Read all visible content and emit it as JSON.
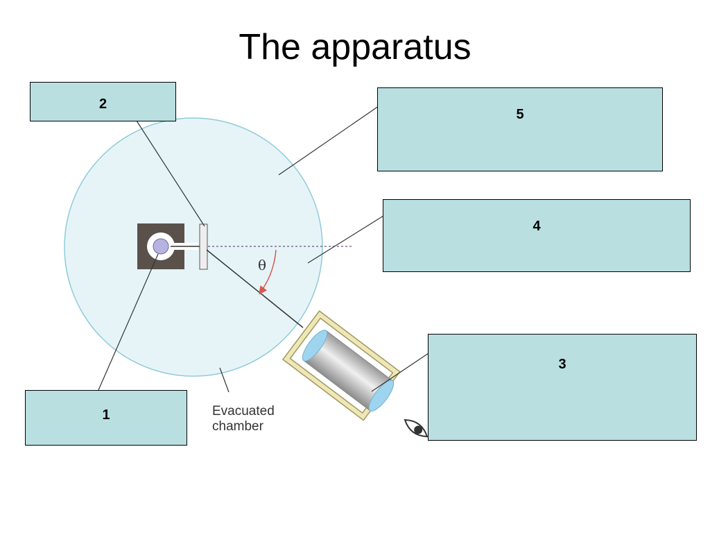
{
  "title": "The apparatus",
  "angle_symbol": "θ",
  "chamber_label": "Evacuated\nchamber",
  "boxes": {
    "box1": "1",
    "box2": "2",
    "box3": "3",
    "box4": "4",
    "box5": "5"
  },
  "colors": {
    "box_fill": "#b9dfe1",
    "chamber_fill": "#e6f4f8",
    "chamber_edge": "#8fcbd9",
    "source_block": "#5a514b",
    "detector_frame": "#efe7b6",
    "angle_arrow": "#d9574f"
  }
}
